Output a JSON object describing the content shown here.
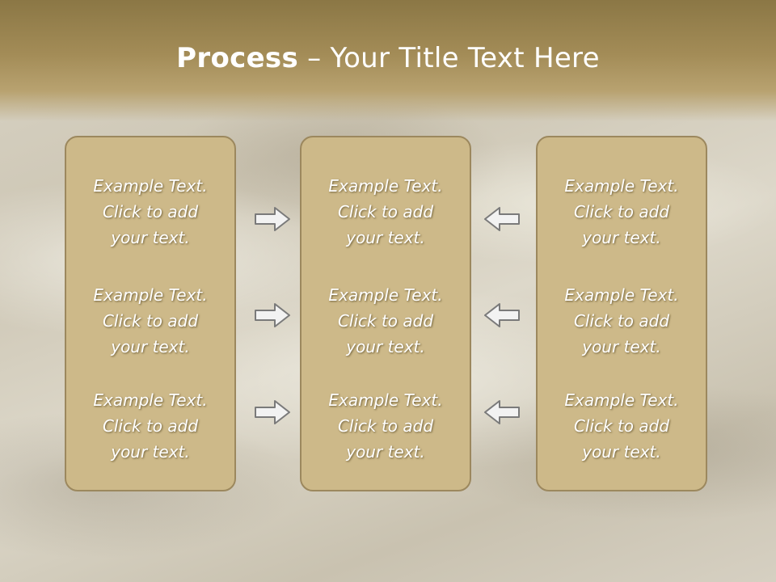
{
  "slide": {
    "title_bold": "Process",
    "title_rest": " – Your Title Text Here"
  },
  "panels": {
    "left": {
      "items": [
        {
          "line1": "Example Text.",
          "line2": "Click  to add",
          "line3": "your text."
        },
        {
          "line1": "Example Text.",
          "line2": "Click  to add",
          "line3": "your text."
        },
        {
          "line1": "Example Text.",
          "line2": "Click  to add",
          "line3": "your text."
        }
      ]
    },
    "middle": {
      "items": [
        {
          "line1": "Example Text.",
          "line2": "Click  to add",
          "line3": "your text."
        },
        {
          "line1": "Example Text.",
          "line2": "Click  to add",
          "line3": "your text."
        },
        {
          "line1": "Example Text.",
          "line2": "Click  to add",
          "line3": "your text."
        }
      ]
    },
    "right": {
      "items": [
        {
          "line1": "Example Text.",
          "line2": "Click  to add",
          "line3": "your text."
        },
        {
          "line1": "Example Text.",
          "line2": "Click  to add",
          "line3": "your text."
        },
        {
          "line1": "Example Text.",
          "line2": "Click  to add",
          "line3": "your text."
        }
      ]
    }
  },
  "icons": {
    "left_arrows": "arrow-right-icon",
    "right_arrows": "arrow-left-icon"
  },
  "colors": {
    "panel_fill": "#cdb989",
    "panel_border": "#9c885e",
    "header": "#8b7745",
    "arrow_fill": "#f2f2f2",
    "arrow_stroke": "#7a7a7a"
  }
}
